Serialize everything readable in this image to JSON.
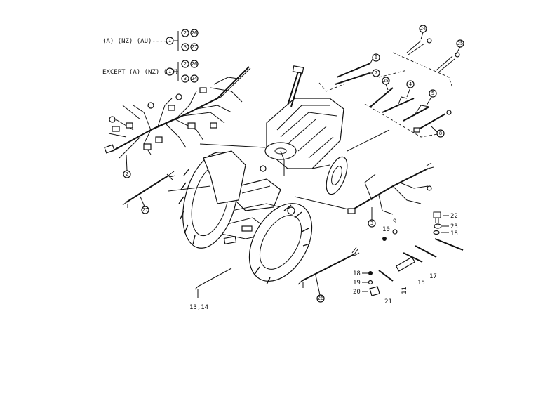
{
  "variants": {
    "a_nz_au": "(A) (NZ) (AU)------",
    "except": "EXCEPT (A) (NZ) (AU)",
    "ref_a": "1",
    "ref_except": "1",
    "a_items": [
      "2",
      "26",
      "3",
      "27"
    ],
    "except_items": [
      "2",
      "26",
      "3",
      "24"
    ]
  },
  "circled_callouts": [
    "1",
    "2",
    "3",
    "4",
    "5",
    "6",
    "7",
    "8",
    "24",
    "25",
    "26",
    "27",
    "28"
  ],
  "plain_callouts": [
    "9",
    "10",
    "11",
    "13,14",
    "15",
    "17",
    "18",
    "18",
    "19",
    "20",
    "21",
    "22",
    "23"
  ]
}
